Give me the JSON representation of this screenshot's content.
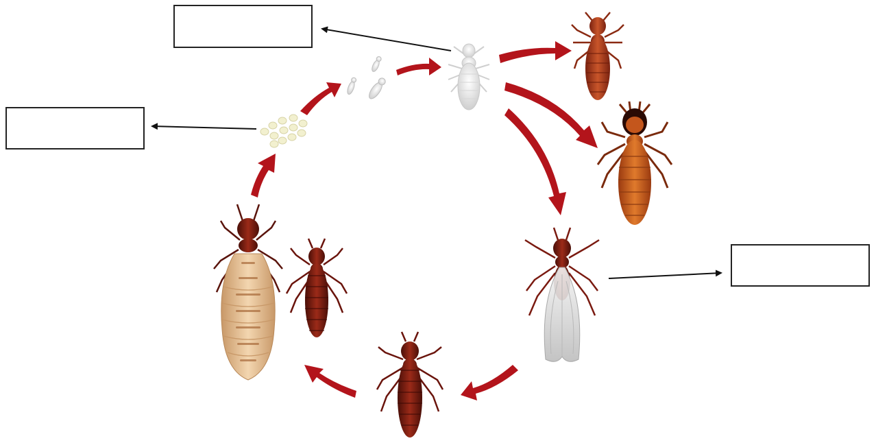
{
  "diagram": {
    "label_boxes": [
      {
        "id": "top",
        "text": ""
      },
      {
        "id": "left",
        "text": ""
      },
      {
        "id": "right",
        "text": ""
      }
    ],
    "colors": {
      "cycle_arrow": "#b3141b",
      "pointer_arrow": "#111111",
      "nymph": "#e6e6e6",
      "egg": "#f2f0cf",
      "worker": "#a8371c",
      "soldier": "#c65a1c",
      "alate_wing": "#d9d9d9",
      "queen_abdomen": "#e8c49a",
      "king": "#7a1a12"
    },
    "stages": [
      {
        "icon": "egg-cluster-icon"
      },
      {
        "icon": "young-nymph-icon"
      },
      {
        "icon": "nymph-icon"
      },
      {
        "icon": "worker-termite-icon"
      },
      {
        "icon": "soldier-termite-icon"
      },
      {
        "icon": "winged-alate-icon"
      },
      {
        "icon": "dealate-termite-icon"
      },
      {
        "icon": "king-termite-icon"
      },
      {
        "icon": "queen-termite-icon"
      }
    ]
  }
}
